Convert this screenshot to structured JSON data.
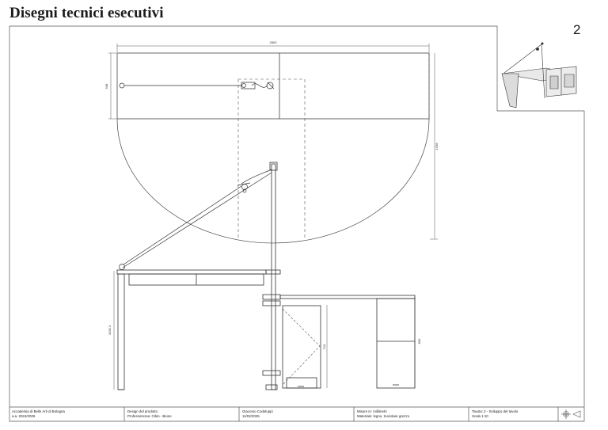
{
  "header": {
    "title": "Disegni tecnici esecutivi",
    "sheet_number": "2"
  },
  "dimensions": {
    "top_width": "2800",
    "top_depth": "508",
    "radius": "1538",
    "table_height": "1030.3",
    "cabinet_height": "800",
    "door_height": "710"
  },
  "title_block": {
    "institution": "Accademia di Belle Arti di Bologna",
    "year": "a.a. 2024/2025",
    "course": "Design del prodotto",
    "professors": "Professoressa: Cibin - Bione",
    "author": "Giacomo Codeluppi",
    "date": "11/02/2025",
    "units": "Misure in: millimetri",
    "materials": "Materiale: legno, truciolare grezzo",
    "sheet": "Tavola: 2 - Sviluppo del tavolo",
    "scale": "Scala 1:10"
  }
}
